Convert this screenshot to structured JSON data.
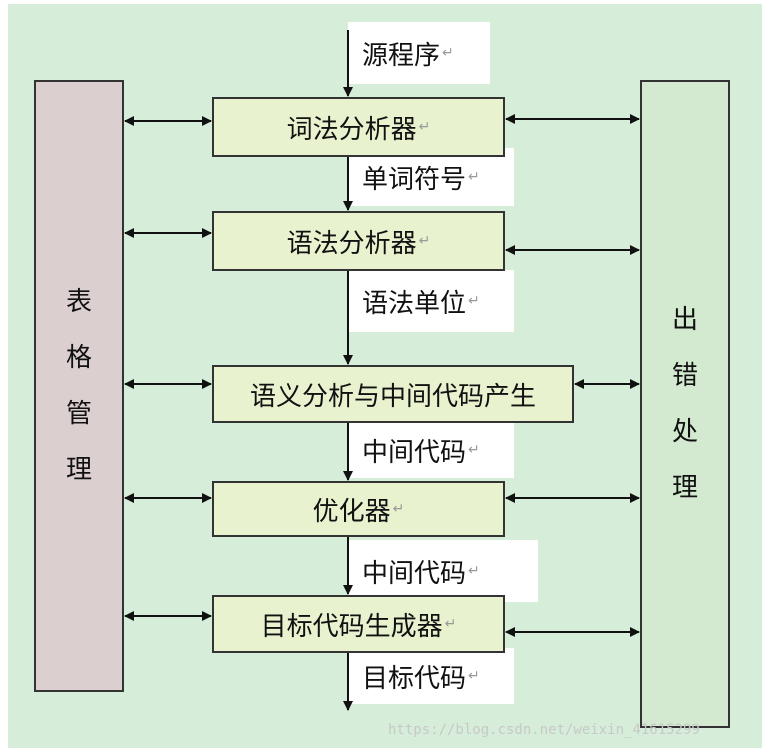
{
  "diagram": {
    "source_label": "源程序",
    "stages": [
      {
        "name": "词法分析器"
      },
      {
        "name": "语法分析器"
      },
      {
        "name": "语义分析与中间代码产生"
      },
      {
        "name": "优化器"
      },
      {
        "name": "目标代码生成器"
      }
    ],
    "flows": [
      "单词符号",
      "语法单位",
      "中间代码",
      "中间代码",
      "目标代码"
    ],
    "left_box": {
      "chars": [
        "表",
        "格",
        "管",
        "理"
      ]
    },
    "right_box": {
      "chars": [
        "出",
        "错",
        "处",
        "理"
      ]
    },
    "paragraph_mark": "↵",
    "watermark": "https://blog.csdn.net/weixin_41615299"
  },
  "colors": {
    "background": "#d6eed9",
    "stage_fill": "#e8f2cf",
    "left_box_fill": "#dccfcf",
    "right_box_fill": "#d3ead0",
    "line": "#111111"
  }
}
